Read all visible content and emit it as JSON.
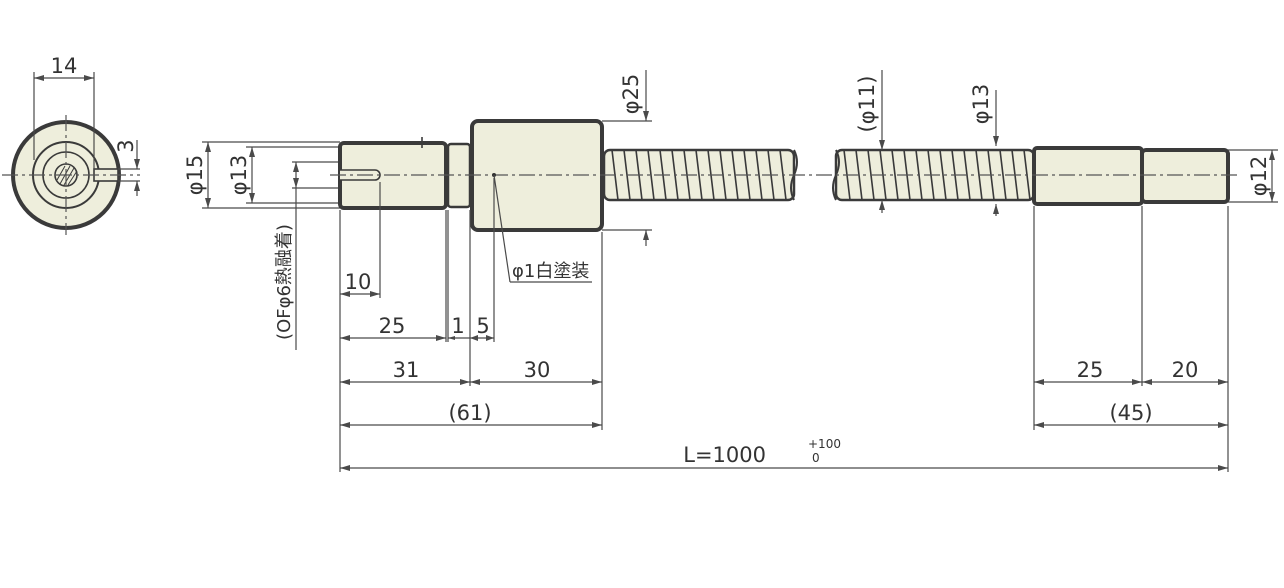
{
  "end_view": {
    "dim_14": "14",
    "dim_3": "3",
    "dim_phi15": "φ15",
    "dim_phi13": "φ13"
  },
  "shaft": {
    "fusion_note": "(OFφ6熱融着)",
    "paint_note": "φ1白塗装",
    "dim_phi25": "φ25",
    "dim_phi11": "(φ11)",
    "dim_phi13_thread": "φ13",
    "dim_phi12": "φ12",
    "dim_10": "10",
    "dim_25_left": "25",
    "dim_1": "1",
    "dim_5": "5",
    "dim_31": "31",
    "dim_30": "30",
    "dim_61": "(61)",
    "dim_25_right": "25",
    "dim_20": "20",
    "dim_45": "(45)",
    "total_length_main": "L=1000",
    "total_length_tol_upper": "+100",
    "total_length_tol_lower": "0"
  }
}
